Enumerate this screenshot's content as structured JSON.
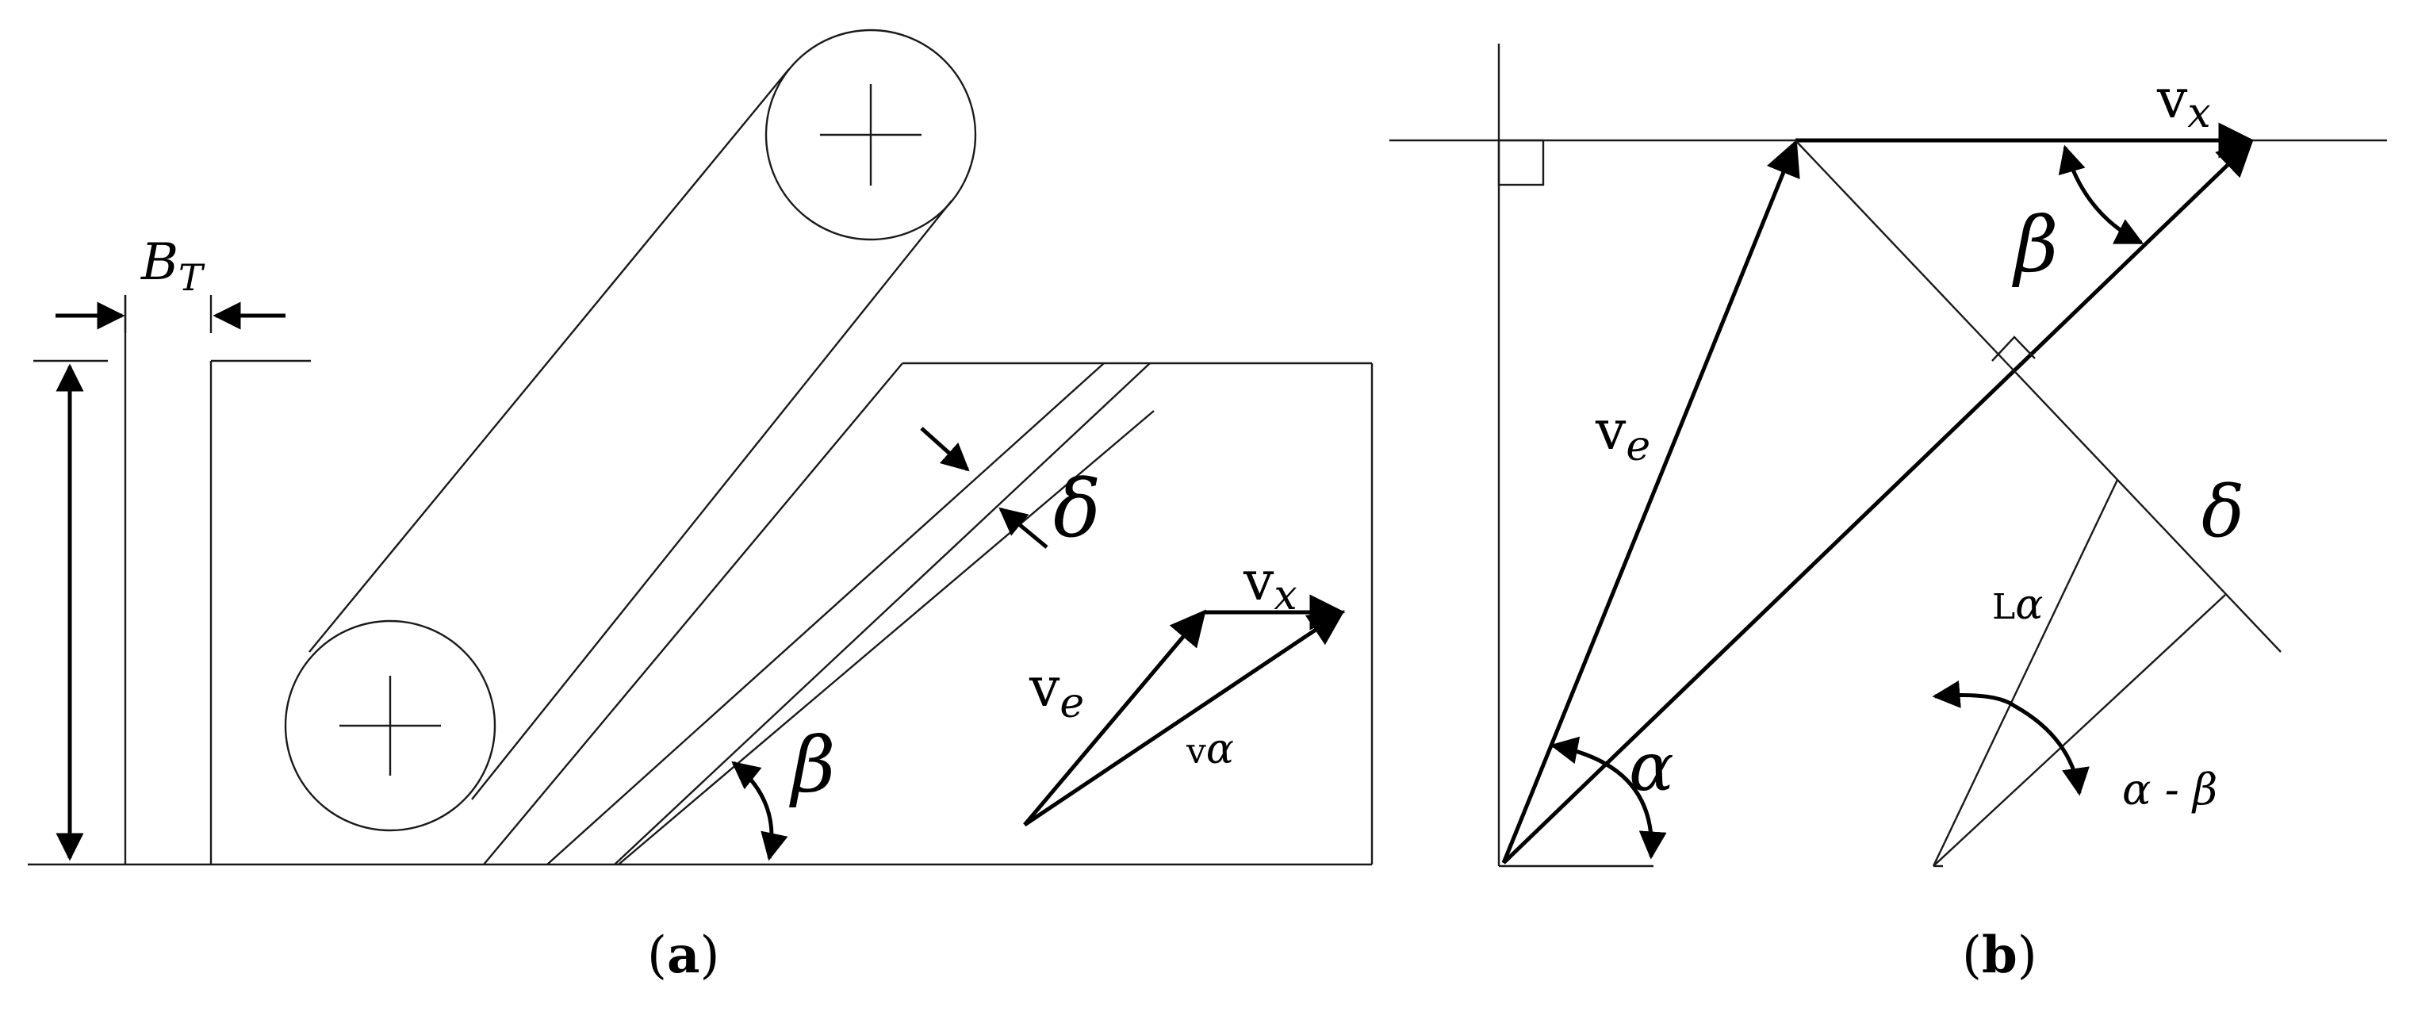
{
  "panel_a": {
    "caption_open": "(",
    "caption_letter": "a",
    "caption_close": ")",
    "labels": {
      "bt_main": "B",
      "bt_sub": "T",
      "delta": "δ",
      "beta": "β",
      "vx_main": "v",
      "vx_sub": "x",
      "ve_main": "v",
      "ve_sub": "e",
      "valpha_main": "v",
      "valpha_sub": "α"
    }
  },
  "panel_b": {
    "caption_open": "(",
    "caption_letter": "b",
    "caption_close": ")",
    "labels": {
      "vx_main": "v",
      "vx_sub": "x",
      "beta": "β",
      "ve_main": "v",
      "ve_sub": "e",
      "delta": "δ",
      "lalpha_main": "L",
      "lalpha_sub": "α",
      "alpha": "α",
      "alpha_minus_beta": "α - β"
    }
  },
  "colors": {
    "line": "#1a1a1a",
    "background": "#ffffff"
  }
}
